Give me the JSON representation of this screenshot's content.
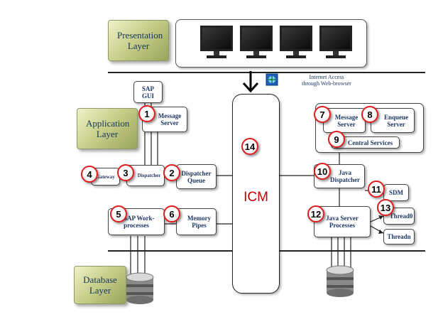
{
  "layers": {
    "presentation": "Presentation Layer",
    "application": "Application Layer",
    "database": "Database Layer"
  },
  "internet": {
    "line1": "Internet Access",
    "line2": "through Web-browser"
  },
  "components": {
    "sap_gui": "SAP GUI",
    "message_server": "Message Server",
    "gateway": "Gateway",
    "dispatcher": "Dispatcher",
    "dispatcher_queue": "Dispatcher Queue",
    "abap_work": "ABAP Work-processes",
    "memory_pipes": "Memory Pipes",
    "icm": "ICM",
    "java_message_server": "Message Server",
    "enqueue_server": "Enqueue Server",
    "central_services": "Central Services",
    "java_dispatcher": "Java Dispatcher",
    "sdm": "SDM",
    "java_server_processes": "Java Server Processes",
    "thread0": "Thread0",
    "threadn": "Threadn"
  },
  "badges": [
    "1",
    "2",
    "3",
    "4",
    "5",
    "6",
    "7",
    "8",
    "9",
    "10",
    "11",
    "12",
    "13",
    "14"
  ],
  "colors": {
    "badge_border": "#e01b1b",
    "icm_text": "#c00000",
    "text": "#1f3864"
  },
  "icons": {
    "monitor": "monitor-icon",
    "browser": "web-browser-icon",
    "database": "database-icon",
    "arrow": "down-arrow-icon"
  }
}
